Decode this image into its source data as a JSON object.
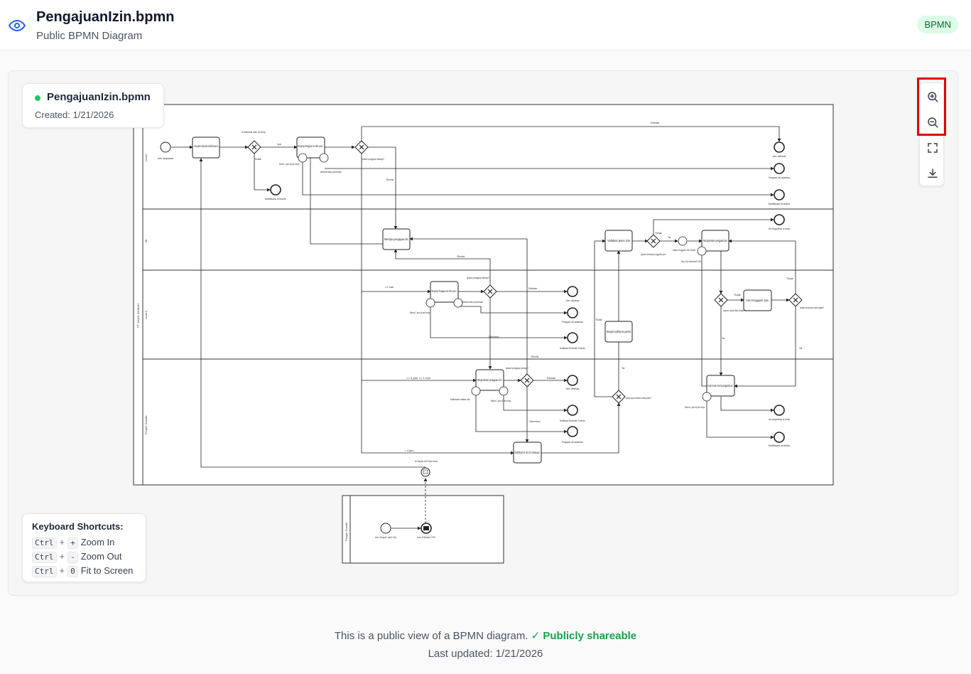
{
  "header": {
    "title": "PengajuanIzin.bpmn",
    "subtitle": "Public BPMN Diagram",
    "badge": "BPMN",
    "icon": "eye-icon"
  },
  "file_card": {
    "name": "PengajuanIzin.bpmn",
    "created": "Created: 1/21/2026"
  },
  "controls": {
    "zoom_in": "zoom-in-icon",
    "zoom_out": "zoom-out-icon",
    "fit": "fit-screen-icon",
    "download": "download-icon",
    "highlight_color": "#e00000"
  },
  "shortcuts": {
    "title": "Keyboard Shortcuts:",
    "rows": [
      {
        "mod": "Ctrl",
        "key": "+",
        "action": "Zoom In"
      },
      {
        "mod": "Ctrl",
        "key": "-",
        "action": "Zoom Out"
      },
      {
        "mod": "Ctrl",
        "key": "0",
        "action": "Fit to Screen"
      }
    ]
  },
  "footer": {
    "text": "This is a public view of a BPMN diagram.",
    "shareable": "✓ Publicly shareable",
    "updated": "Last updated: 1/21/2026"
  },
  "diagram": {
    "pool_label": "PT. AKAN DIUBAH",
    "lanes": [
      "Lead I",
      "Ilh",
      "Lead II",
      "People Growth"
    ],
    "second_pool_label": "People Growth",
    "tasks": {
      "t1": "Cek apakah overlap atau melebihi kuota izin",
      "t2": "Menyetujui Pengajuan Izin Oleh Lead I",
      "t3": "Meninjau pengajuan izin",
      "t4": "Menyetujui Pengajuan Izin Oleh Lead II",
      "t5": "Mengevaluasi pengajuan izin",
      "t6": "Notifikasi ke tim izin disetujui",
      "t7": "Validasi jenis izin",
      "t8": "Mengirim notifikasi ke general",
      "t9": "Menginputkan pengganti jam",
      "t10": "Cek Pengganti Jam",
      "t11": "People Growth menerima penggantian jam"
    },
    "events": {
      "start": "Izin diajukan",
      "e_reject1": "Izin ditolak",
      "e_expired1": "Pengajuan izin kadaluarsa",
      "e_notif1": "Notifikasi terkirim",
      "e_notif_lead": "Notifikasi terkirim",
      "e_notsent": "Izin tergantikan di rekas",
      "e_reject2": "Izin ditolak",
      "e_expired2": "Pengajuan izin kadaluarsa",
      "e_notif_reminder": "Notifikasi Reminder Terkirim",
      "e_reject3": "Izin ditolak",
      "e_notif_reminder2": "Notifikasi Reminder Terkirim",
      "e_expired3": "Pengajuan izin kadaluarsa",
      "e_done": "Izin tergantikan di rekas",
      "e_notif_end": "Notifikasi terkirim",
      "msg": "Izin Diajukan oleh People Growth",
      "pg_start": "Izin dimpuli oleh HQ",
      "pg_end": "Izin Dikirim PG"
    },
    "gateways": {
      "g1": "Is Melewati atau Overlap...",
      "g2": "Apakah pengajuan disetujui?",
      "g3": "Apakah pengajuan disetujui?",
      "g4": "Apakah pengajuan disetujui?",
      "g5": "Apakah memerlukan penggantian jam?",
      "g6": "Apakah approval dalam rentang waktu?",
      "g7": "Apakah Upload Bisa Diakses?",
      "g8": "Apakah semua jam sudah diganti?"
    },
    "flows": {
      "ditolak_top": "Ditolak",
      "iya": "Iya",
      "tidak": "Tidak",
      "revisi": "Revisi",
      "ditolak": "Ditolak",
      "gt1": ">1 hari",
      "range": ">= 4 jam <= 1 hari",
      "lt4": "< 4 jam",
      "diterima": "Diterima",
      "ya": "Ya"
    },
    "timers": {
      "tm1": "Melewati waktu penerimaan",
      "tm2": "Belum 1 jam di jam kerja",
      "tm3": "Melewati waktu penerimaan",
      "tm4": "Belum 1 jam di jam kerja",
      "tm5": "Melewati waktu izin",
      "tm6": "Belum 1 jam di jam kerja",
      "tm7": "Waktu Pengganti Jam Ditolak",
      "tm8": "Dari Jam Istirahat 00.00",
      "tm9": "Belum 1 jam di jam kerja"
    }
  }
}
